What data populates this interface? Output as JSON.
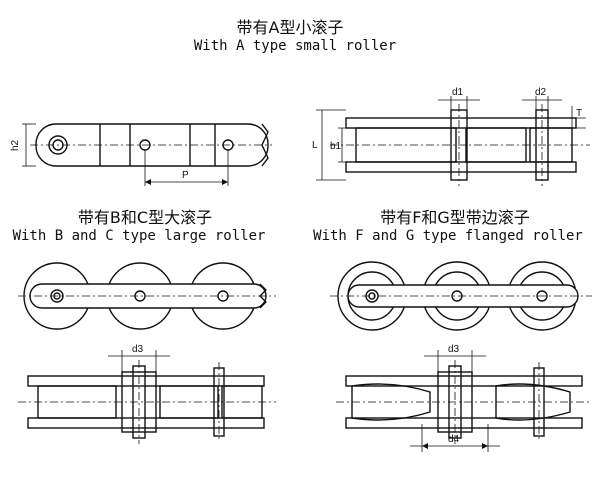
{
  "captions": {
    "a_cn": "带有A型小滚子",
    "a_en": "With A type small roller",
    "bc_cn": "带有B和C型大滚子",
    "bc_en": "With B and C type large roller",
    "fg_cn": "带有F和G型带边滚子",
    "fg_en": "With F and G type flanged roller"
  },
  "dims": {
    "h2": "h2",
    "P": "P",
    "L": "L",
    "b1": "b1",
    "d1": "d1",
    "d2": "d2",
    "T": "T",
    "d3_bc": "d3",
    "d3_fg": "d3",
    "d4": "d4"
  }
}
